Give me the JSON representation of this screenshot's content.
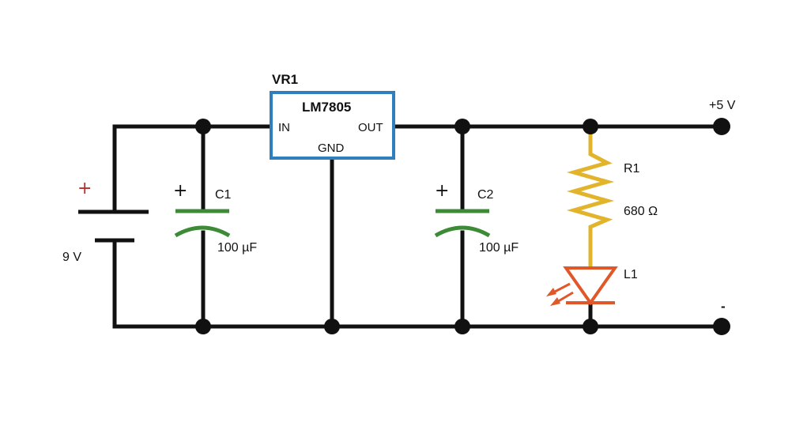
{
  "colors": {
    "wire": "#111111",
    "regulator": "#2f7fbf",
    "capacitor": "#3d8b37",
    "resistor": "#e2b42c",
    "led": "#e0582a",
    "battery_plus": "#b3302f"
  },
  "battery": {
    "label": "9 V",
    "plus": "+"
  },
  "c1": {
    "name": "C1",
    "value": "100 µF",
    "plus": "+"
  },
  "c2": {
    "name": "C2",
    "value": "100 µF",
    "plus": "+"
  },
  "regulator": {
    "ref": "VR1",
    "part": "LM7805",
    "pin_in": "IN",
    "pin_out": "OUT",
    "pin_gnd": "GND"
  },
  "r1": {
    "name": "R1",
    "value": "680 Ω"
  },
  "led": {
    "name": "L1"
  },
  "outputs": {
    "positive": "+5 V",
    "negative": "-"
  }
}
